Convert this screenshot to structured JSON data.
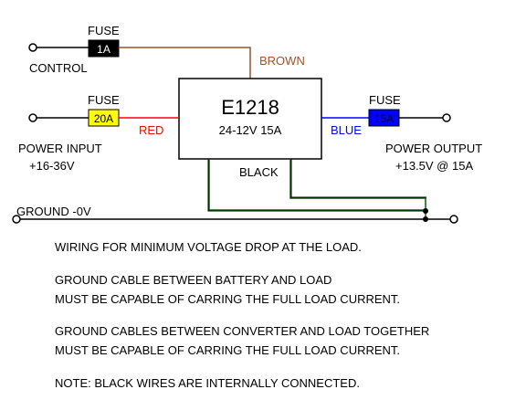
{
  "module": {
    "name": "E1218",
    "rating": "24-12V 15A"
  },
  "fuses": {
    "control": {
      "caption": "FUSE",
      "value": "1A",
      "color": "#000000",
      "text_color": "#ffffff"
    },
    "input": {
      "caption": "FUSE",
      "value": "20A",
      "color": "#ffff00",
      "text_color": "#000000"
    },
    "output": {
      "caption": "FUSE",
      "value": "15A",
      "color": "#0000ff",
      "text_color": "#000000"
    }
  },
  "wires": {
    "brown": {
      "label": "BROWN",
      "color": "#a0522d"
    },
    "red": {
      "label": "RED",
      "color": "#ff0000"
    },
    "blue": {
      "label": "BLUE",
      "color": "#0000ff"
    },
    "black": {
      "label": "BLACK",
      "color": "#000000"
    },
    "ground_trace": {
      "color": "#006400"
    }
  },
  "terminals": {
    "control": "CONTROL",
    "power_input": "POWER INPUT",
    "power_input_range": "+16-36V",
    "power_output": "POWER OUTPUT",
    "power_output_value": "+13.5V @ 15A",
    "ground": "GROUND -0V"
  },
  "notes": {
    "line1": "WIRING FOR MINIMUM VOLTAGE DROP AT THE LOAD.",
    "line2a": "GROUND CABLE BETWEEN BATTERY AND LOAD",
    "line2b": "MUST BE CAPABLE OF CARRING THE FULL LOAD CURRENT.",
    "line3a": "GROUND CABLES BETWEEN CONVERTER AND LOAD TOGETHER",
    "line3b": "MUST BE CAPABLE OF CARRING THE FULL LOAD CURRENT.",
    "line4": "NOTE: BLACK WIRES ARE INTERNALLY CONNECTED."
  }
}
